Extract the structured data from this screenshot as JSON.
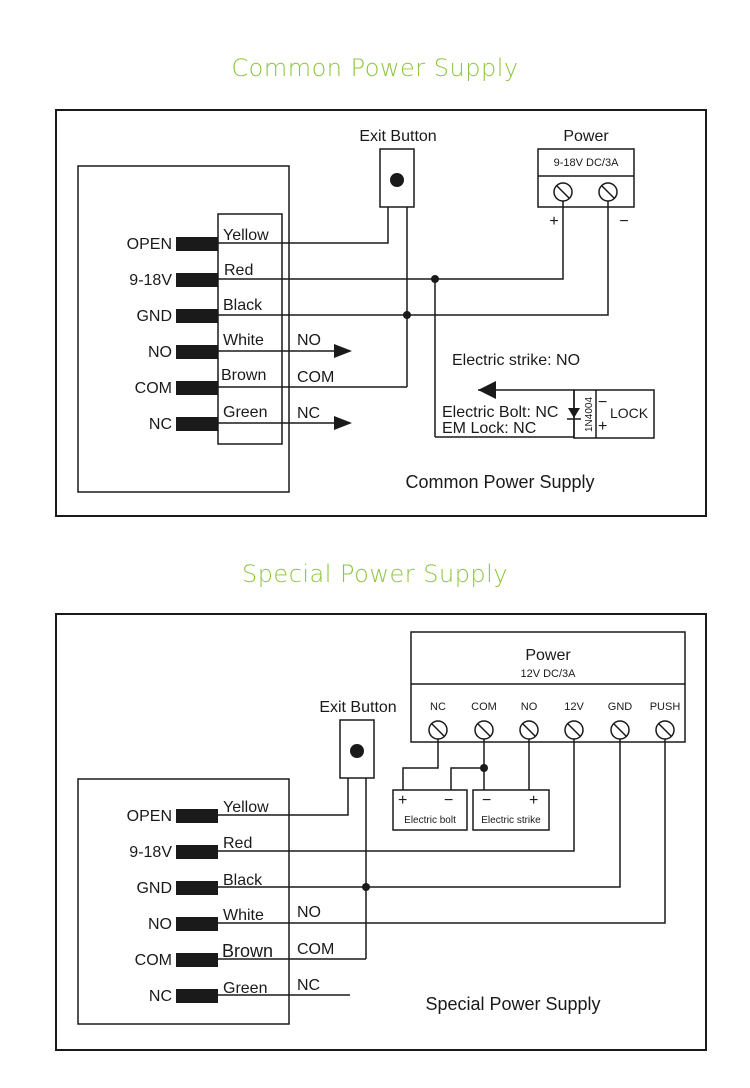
{
  "diagram1": {
    "heading": "Common Power Supply",
    "exit_button": "Exit Button",
    "power_title": "Power",
    "power_rating": "9-18V DC/3A",
    "plus": "+",
    "minus": "−",
    "terminals": [
      "OPEN",
      "9-18V",
      "GND",
      "NO",
      "COM",
      "NC"
    ],
    "wires": [
      "Yellow",
      "Red",
      "Black",
      "White",
      "Brown",
      "Green"
    ],
    "relay_labels": {
      "no": "NO",
      "com": "COM",
      "nc": "NC"
    },
    "electric_strike": "Electric strike: NO",
    "electric_bolt": "Electric Bolt: NC",
    "em_lock": "EM Lock: NC",
    "diode": "1N4004",
    "lock": "LOCK",
    "lock_minus": "−",
    "lock_plus": "+",
    "caption": "Common Power Supply"
  },
  "diagram2": {
    "heading": "Special Power Supply",
    "exit_button": "Exit Button",
    "power_title": "Power",
    "power_rating": "12V DC/3A",
    "power_terminals": [
      "NC",
      "COM",
      "NO",
      "12V",
      "GND",
      "PUSH"
    ],
    "terminals": [
      "OPEN",
      "9-18V",
      "GND",
      "NO",
      "COM",
      "NC"
    ],
    "wires": [
      "Yellow",
      "Red",
      "Black",
      "White",
      "Brown",
      "Green"
    ],
    "relay_labels": {
      "no": "NO",
      "com": "COM",
      "nc": "NC"
    },
    "electric_bolt": "Electric bolt",
    "electric_strike": "Electric strike",
    "bolt_plus": "+",
    "bolt_minus": "−",
    "strike_minus": "−",
    "strike_plus": "+",
    "caption": "Special Power Supply"
  },
  "colors": {
    "heading": "#8cc63f",
    "line": "#1a1a1a"
  }
}
